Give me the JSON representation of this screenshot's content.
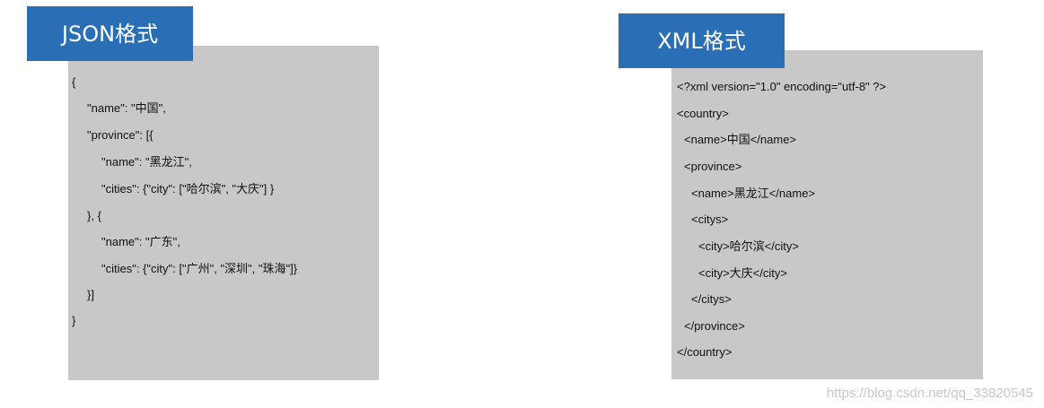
{
  "json_section": {
    "title": "JSON格式",
    "lines": [
      "{",
      "\"name\": \"中国\",",
      "\"province\": [{",
      "\"name\": \"黑龙江\",",
      "\"cities\": {\"city\": [\"哈尔滨\", \"大庆\"] }",
      "}, {",
      "\"name\": \"广东\",",
      "\"cities\": {\"city\": [\"广州\", \"深圳\", \"珠海\"]}",
      "}]",
      "}"
    ]
  },
  "xml_section": {
    "title": "XML格式",
    "lines": [
      "<?xml version=\"1.0\" encoding=\"utf-8\" ?>",
      "<country>",
      "<name>中国</name>",
      "<province>",
      "<name>黑龙江</name>",
      "<citys>",
      "<city>哈尔滨</city>",
      "<city>大庆</city>",
      "</citys>",
      "</province>",
      "</country>"
    ]
  },
  "watermark": "https://blog.csdn.net/qq_33820545",
  "colors": {
    "title_background": "#2a6fb5",
    "panel_background": "#c8c8c8"
  }
}
